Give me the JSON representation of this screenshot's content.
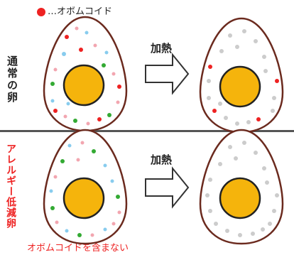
{
  "legend": {
    "text": "…オボムコイド",
    "dot_color": "#ee2222"
  },
  "rows": {
    "normal": {
      "label": "通常の卵",
      "heat_label": "加熱"
    },
    "allergy": {
      "label": "アレルギー低減卵",
      "heat_label": "加熱",
      "caption": "オボムコイドを含まない"
    }
  },
  "colors": {
    "shell_outline": "#6b2a1e",
    "yolk": "#f5b40c",
    "yolk_outline": "#222222",
    "ovomucoid": "#ee2222",
    "protein_green": "#33aa33",
    "protein_blue": "#88ccee",
    "protein_pink": "#f2a6b0",
    "denatured_gray": "#cccccc",
    "divider": "#555555"
  },
  "icons": {
    "arrow": "hollow-right-arrow-icon"
  }
}
